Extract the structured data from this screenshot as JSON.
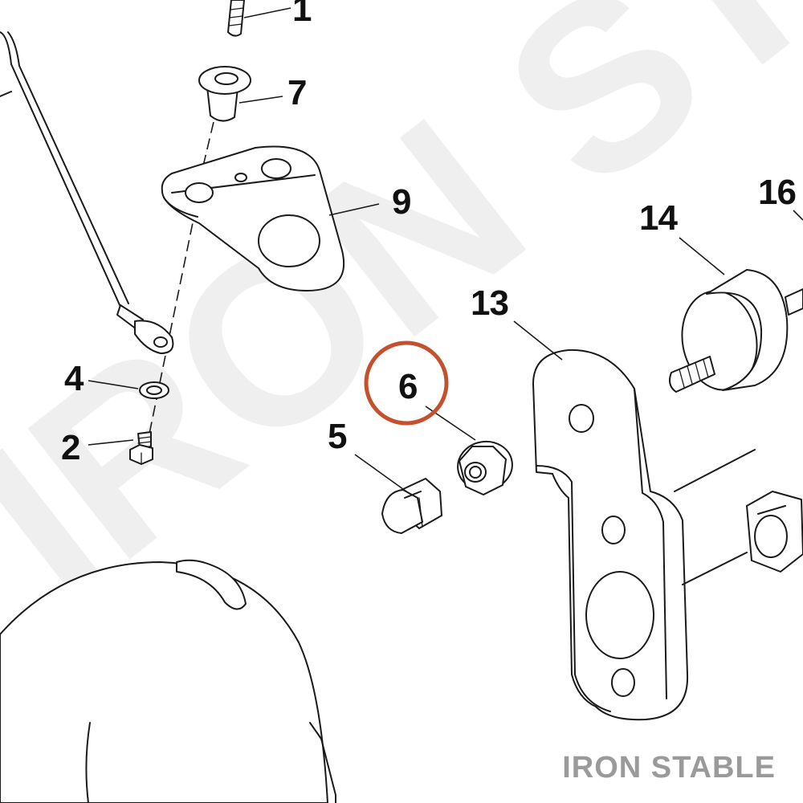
{
  "callouts": {
    "part_1": "1",
    "part_2": "2",
    "part_4": "4",
    "part_5": "5",
    "part_6": "6",
    "part_7": "7",
    "part_9": "9",
    "part_13": "13",
    "part_14": "14",
    "part_16": "16"
  },
  "highlighted_part": "6",
  "watermark": "IRON STABLE",
  "brand_label": "IRON STABLE",
  "colors": {
    "highlight_ring": "#c4502e",
    "watermark": "#efefef",
    "brand_label": "#9a9a9a",
    "line": "#1a1a1a"
  }
}
